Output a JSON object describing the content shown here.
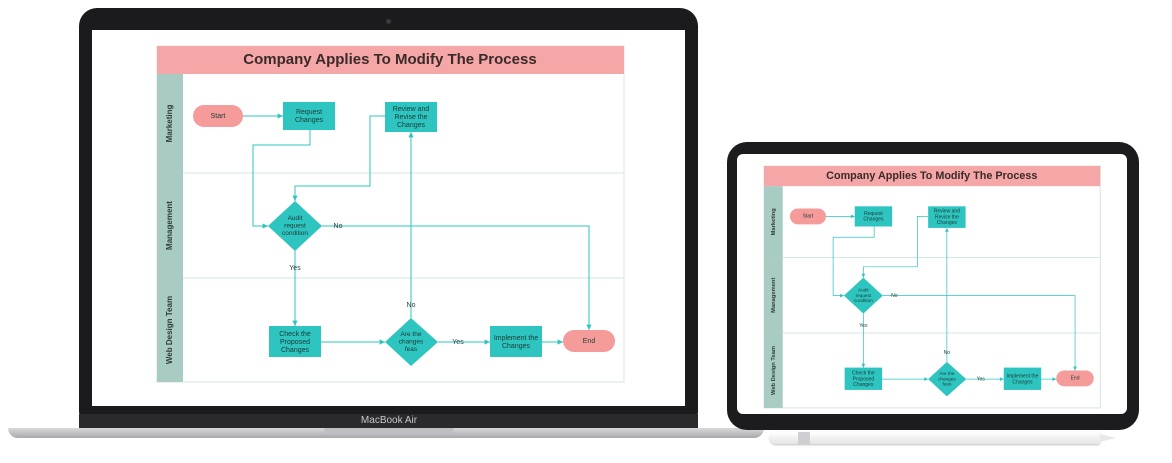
{
  "device": {
    "laptop_brand": "MacBook Air"
  },
  "diagram": {
    "title": "Company Applies To Modify The Process",
    "lanes": [
      "Marketing",
      "Management",
      "Web Design Team"
    ],
    "nodes": {
      "start": "Start",
      "request": [
        "Request",
        "Changes"
      ],
      "review": [
        "Review and",
        "Revise the",
        "Changes"
      ],
      "audit": [
        "Audit",
        "request",
        "condition"
      ],
      "check": [
        "Check the",
        "Proposed",
        "Changes"
      ],
      "feasible": [
        "Are the",
        "changes",
        "feas"
      ],
      "implement": [
        "Implement the",
        "Changes"
      ],
      "end": "End"
    },
    "edge_labels": {
      "audit_yes": "Yes",
      "audit_no": "No",
      "feasible_yes": "Yes",
      "feasible_no": "No"
    },
    "colors": {
      "title_bar": "#f4a7a6",
      "lane_header": "#a8cbc4",
      "node": "#2ec4bf",
      "terminal": "#f59b9a",
      "edge": "#2ec4bf"
    }
  }
}
